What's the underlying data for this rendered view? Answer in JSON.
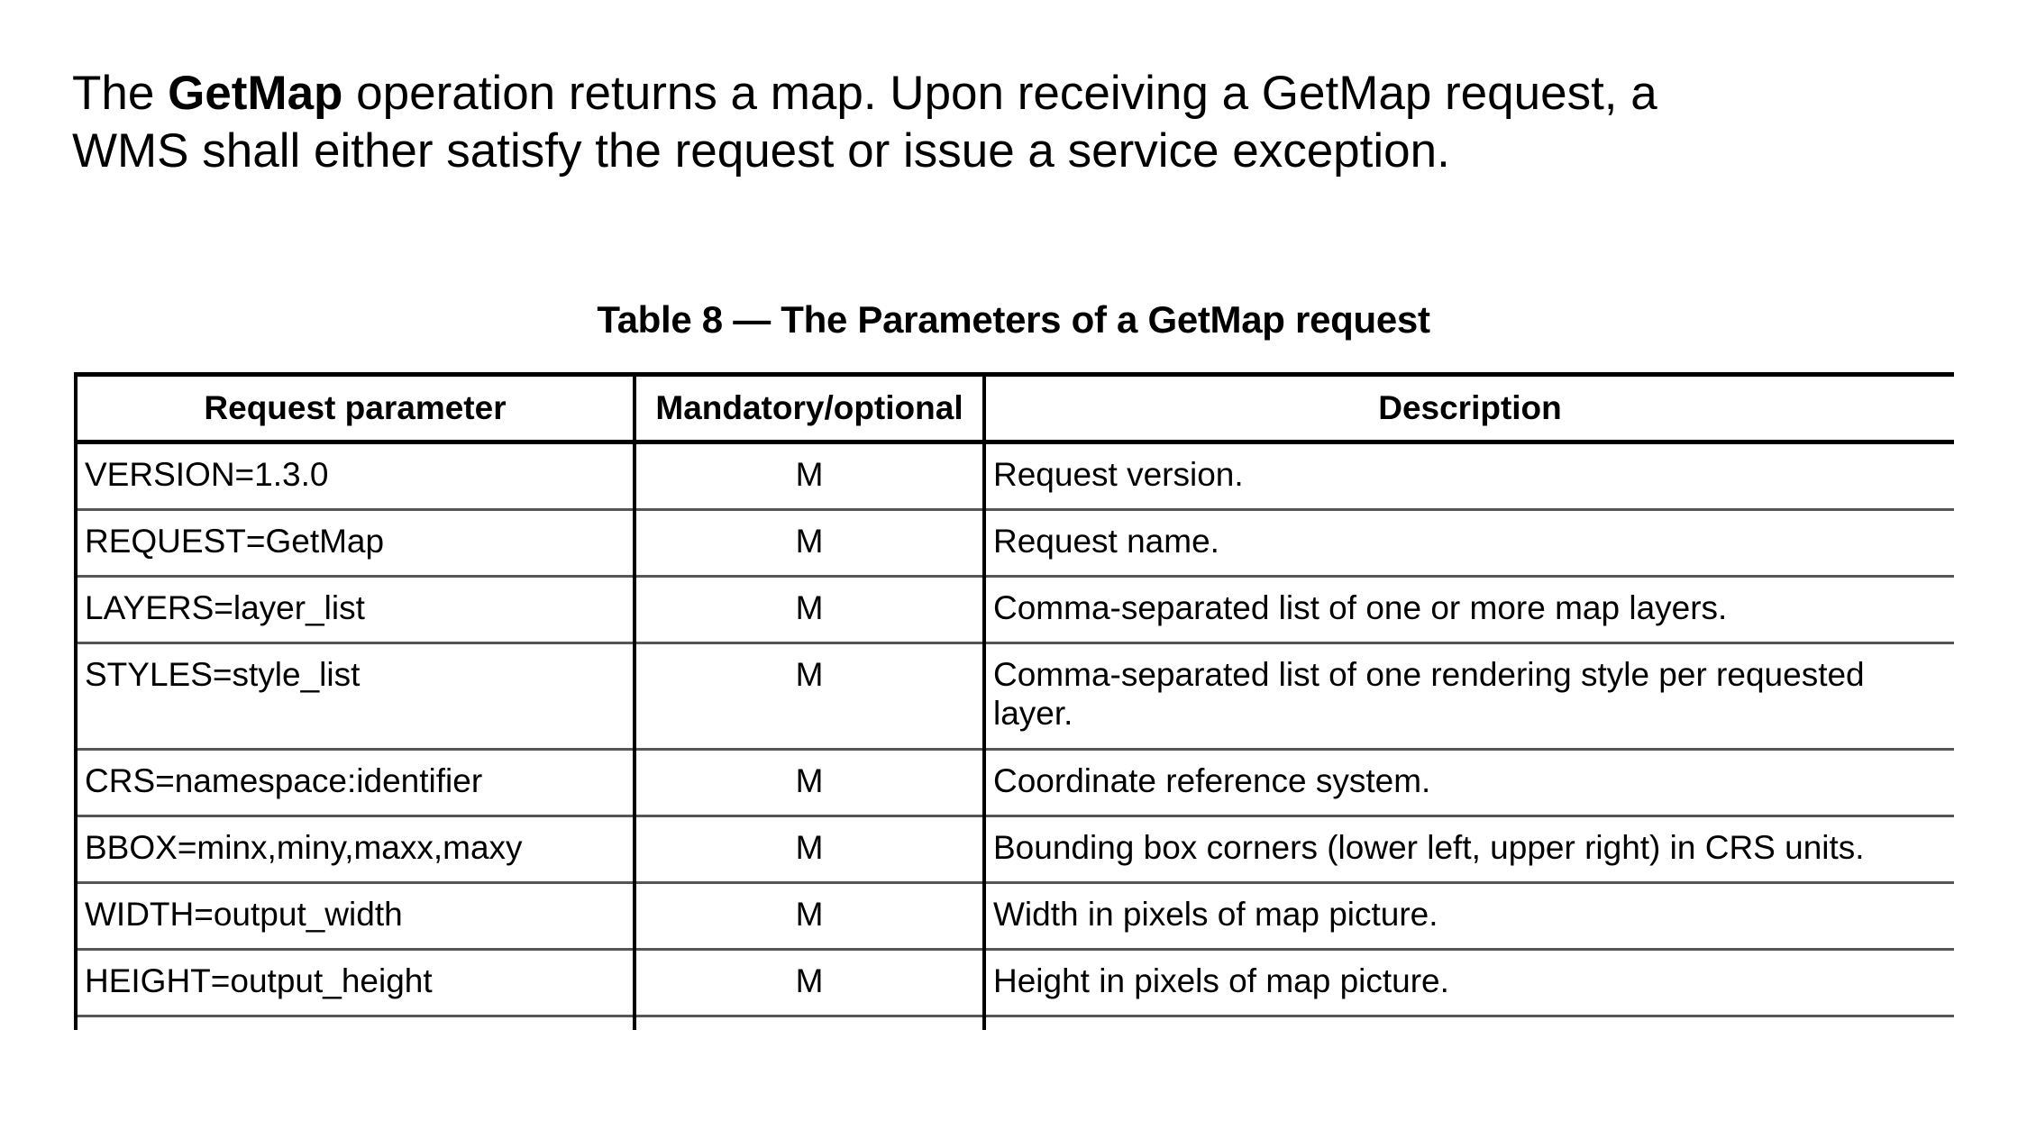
{
  "intro": {
    "part1": "The ",
    "bold": "GetMap",
    "part2": " operation returns a map. Upon receiving a GetMap request, a",
    "line2": "WMS shall either satisfy the request or issue a service exception."
  },
  "table": {
    "caption": "Table 8 — The Parameters of a GetMap request",
    "headers": [
      "Request parameter",
      "Mandatory/optional",
      "Description"
    ],
    "rows": [
      {
        "param": "VERSION=1.3.0",
        "mandatory": "M",
        "description": "Request version."
      },
      {
        "param": "REQUEST=GetMap",
        "mandatory": "M",
        "description": "Request name."
      },
      {
        "param": "LAYERS=layer_list",
        "mandatory": "M",
        "description": "Comma-separated list of one or more map layers."
      },
      {
        "param": "STYLES=style_list",
        "mandatory": "M",
        "description": "Comma-separated list of one rendering style per requested layer."
      },
      {
        "param": "CRS=namespace:identifier",
        "mandatory": "M",
        "description": "Coordinate reference system."
      },
      {
        "param": "BBOX=minx,miny,maxx,maxy",
        "mandatory": "M",
        "description": "Bounding box corners (lower left, upper right) in CRS units."
      },
      {
        "param": "WIDTH=output_width",
        "mandatory": "M",
        "description": "Width in pixels of map picture."
      },
      {
        "param": "HEIGHT=output_height",
        "mandatory": "M",
        "description": "Height in pixels of map picture."
      }
    ]
  }
}
